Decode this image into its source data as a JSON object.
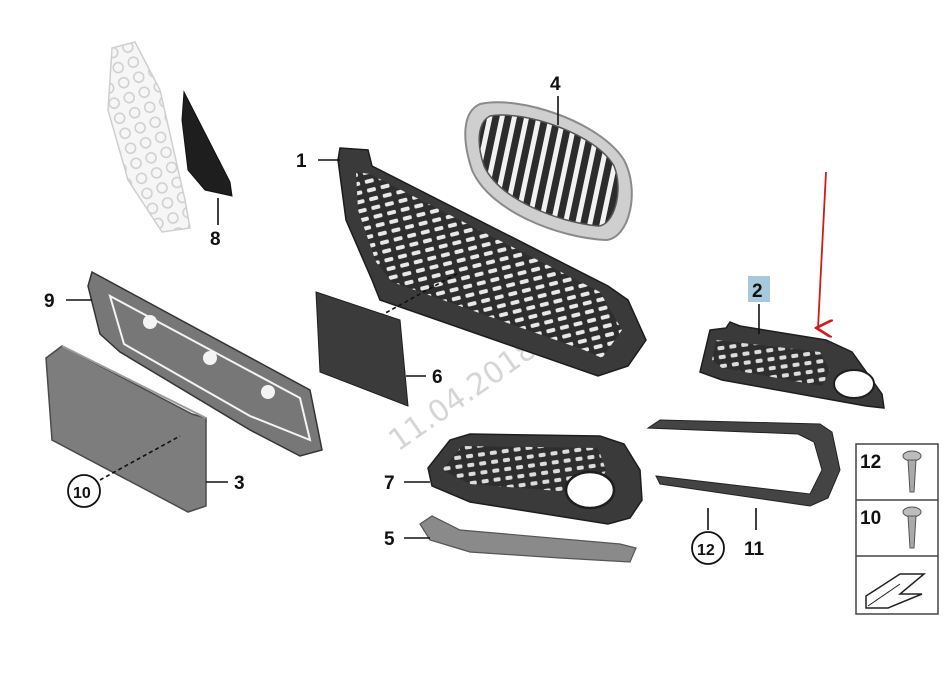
{
  "watermark": "11.04.2018 05:54",
  "callouts": {
    "c1": "1",
    "c2": "2",
    "c3": "3",
    "c4": "4",
    "c5": "5",
    "c6": "6",
    "c7": "7",
    "c8": "8",
    "c9": "9",
    "c10": "10",
    "c11": "11",
    "c12": "12"
  },
  "legend": {
    "row1": "12",
    "row2": "10"
  },
  "colors": {
    "parts": "#3a3a3a",
    "bracket": "#6b6b6b",
    "plate": "#7a7a7a",
    "chrome": "#d9d9d9",
    "highlight": "#a8c8dc",
    "arrow": "#d11a1a"
  }
}
